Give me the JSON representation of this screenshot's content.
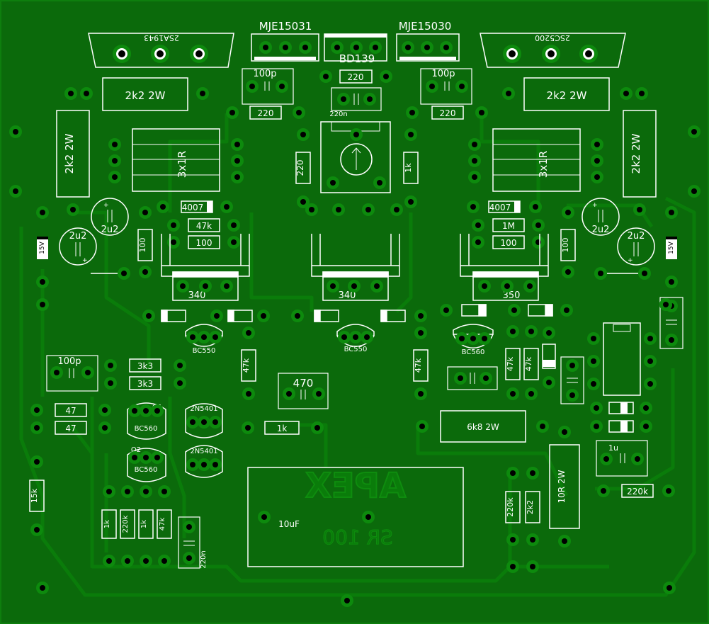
{
  "colors": {
    "board": "#0b6a0b",
    "copper": "#0d8a0d",
    "trace": "#0a7f0a",
    "silk": "#ffffff",
    "hole": "#000000"
  },
  "labels": {
    "mje15031": "MJE15031",
    "mje15030": "MJE15030",
    "bd139": "BD139",
    "t_2sa1943": "2SA1943",
    "t_2sc5200": "2SC5200",
    "r_2k2_2w": "2k2 2W",
    "c_100p": "100p",
    "r_220": "220",
    "c_220n": "220n",
    "r_3x1r": "3x1R",
    "r_1k": "1k",
    "c_2u2": "2u2",
    "d_4007": "4007",
    "r_47k": "47k",
    "r_1m": "1M",
    "r_100": "100",
    "z_15v": "15V",
    "h_340": "340",
    "h_350": "350",
    "q_bc550": "BC550",
    "q_bc560": "BC560",
    "r_3k3": "3k3",
    "r_47": "47",
    "q1": "Q1",
    "q2": "Q2",
    "q_2n5401": "2N5401",
    "c_470": "470",
    "r_6k8_2w": "6k8 2W",
    "c_1u": "1u",
    "r_220k": "220k",
    "r_10r_2w": "10R 2W",
    "r_2k2": "2k2",
    "r_15k": "15k",
    "c_10uf": "10uF",
    "logo_apex": "APEX",
    "logo_sr100": "SR 100"
  }
}
